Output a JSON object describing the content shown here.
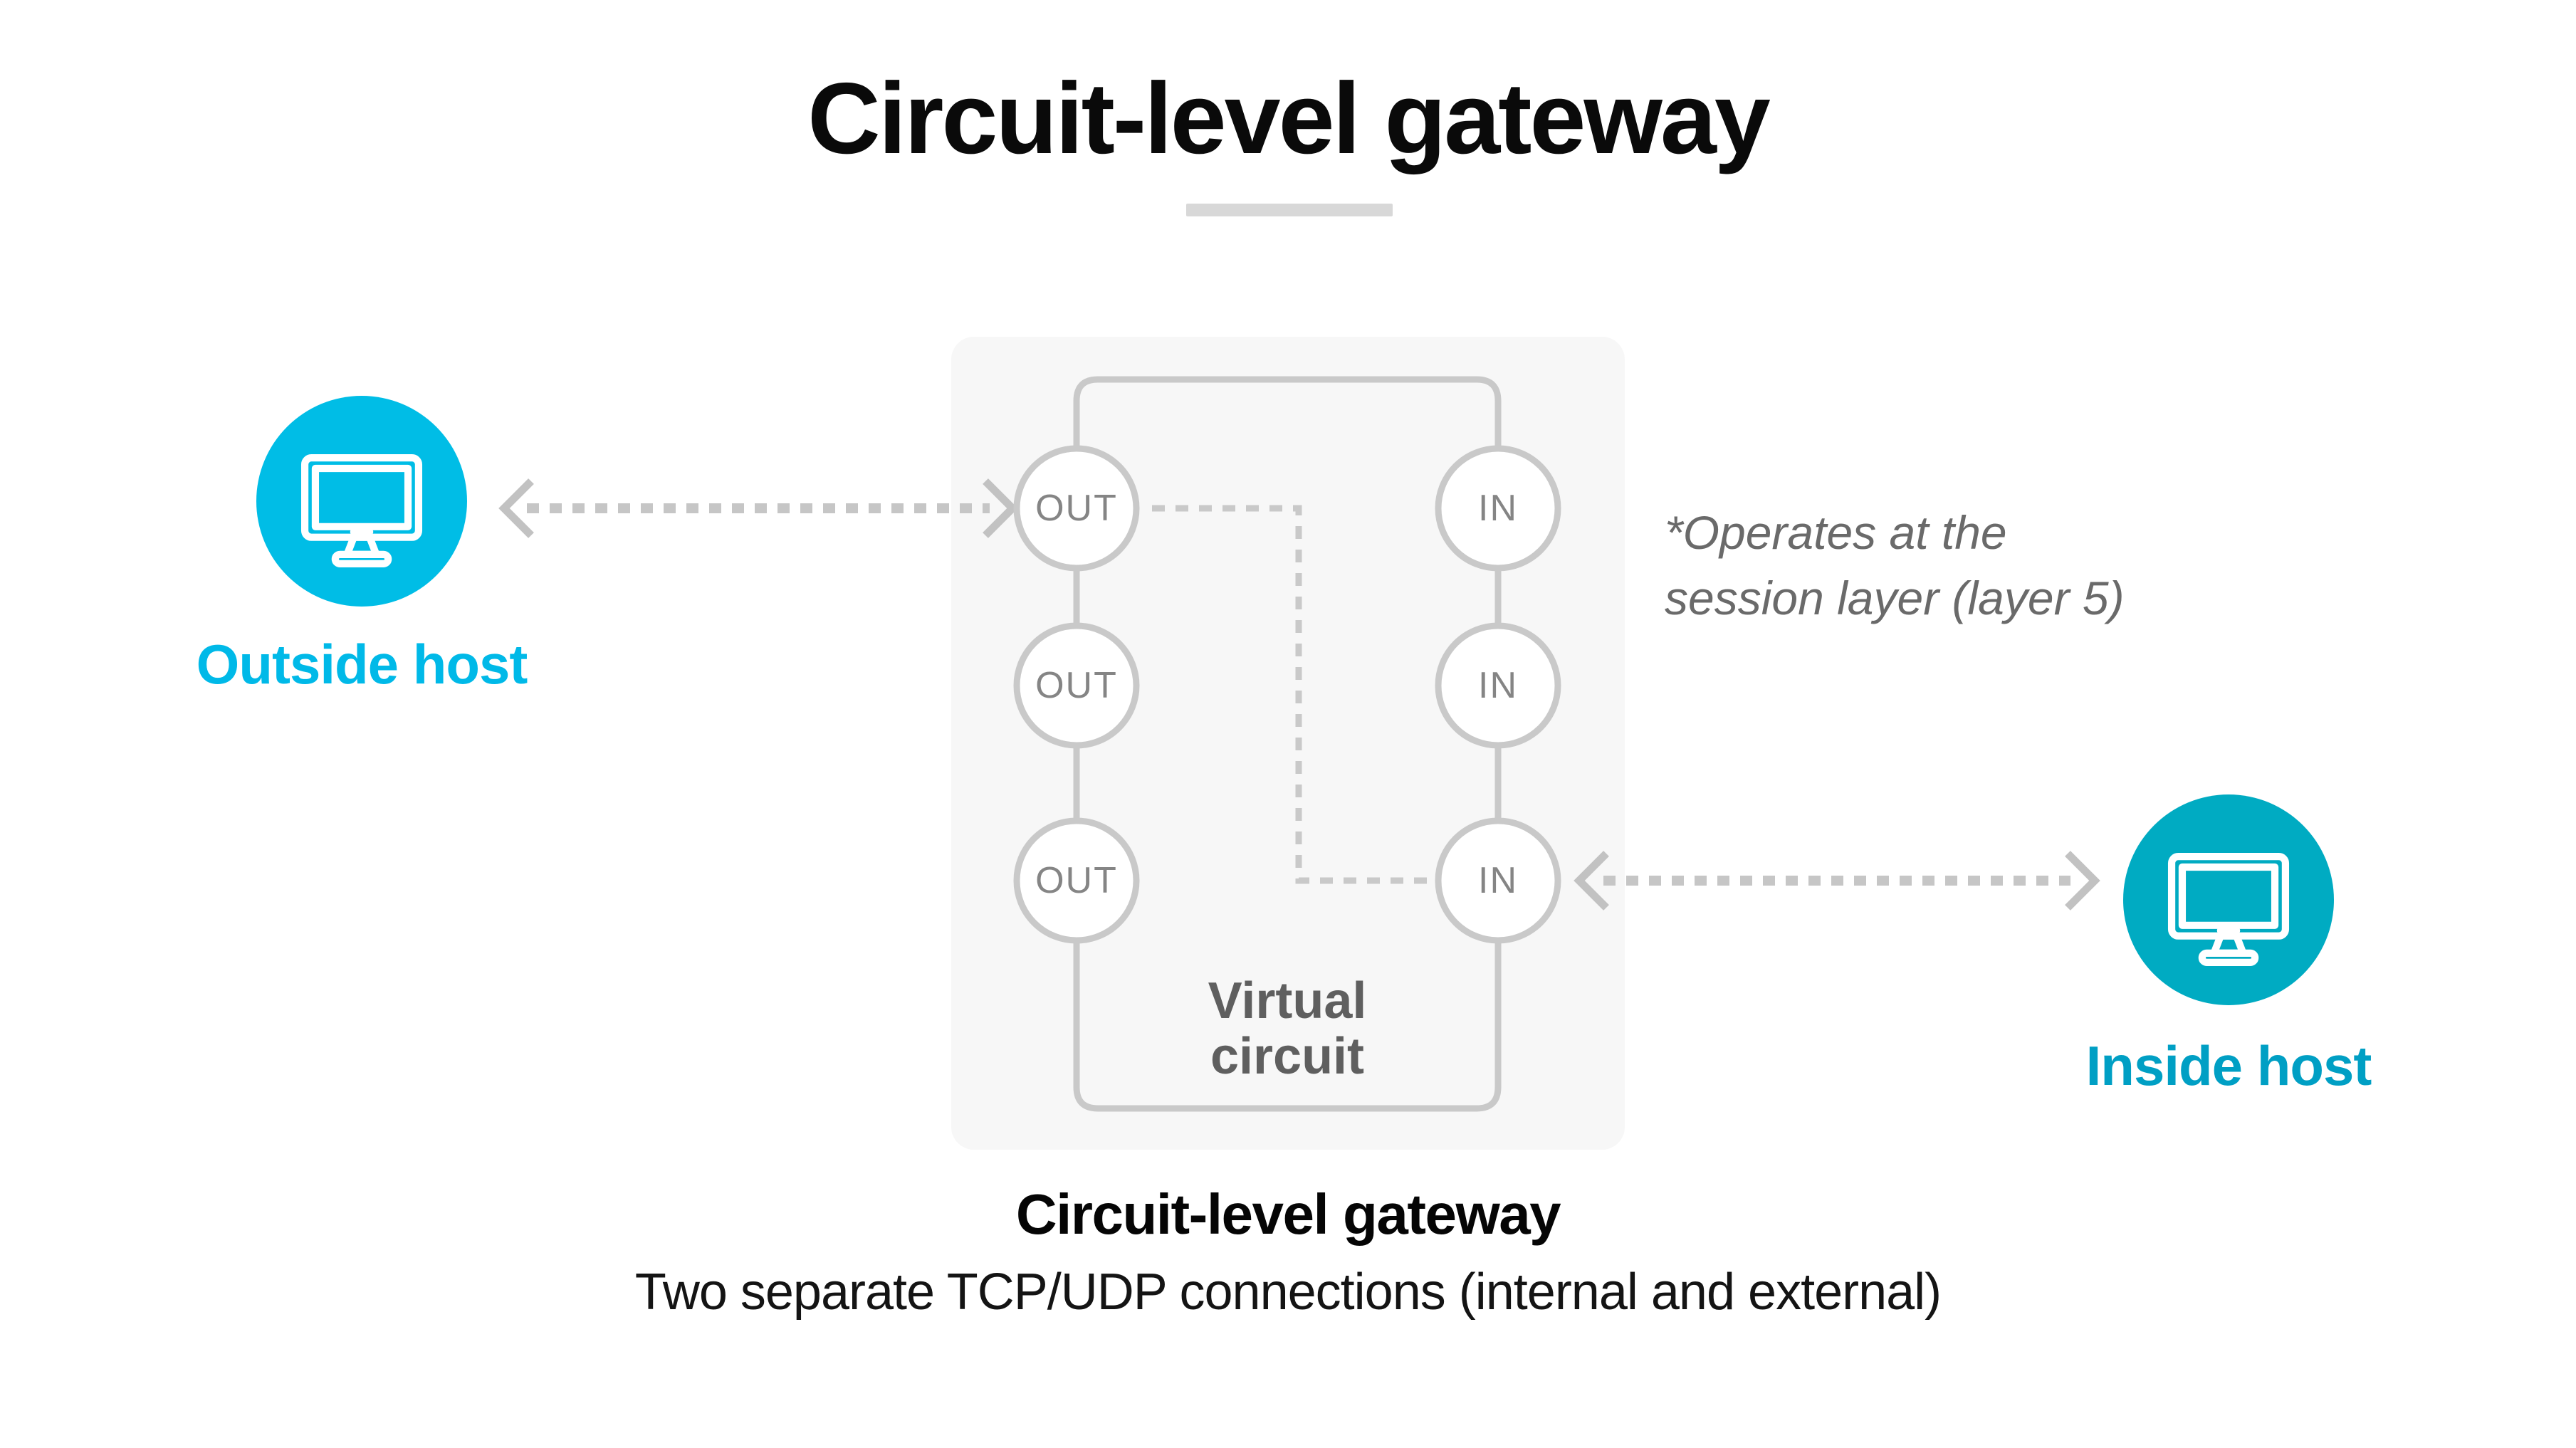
{
  "title": "Circuit-level gateway",
  "annotation": {
    "line1": "*Operates at the",
    "line2": "session layer (layer 5)"
  },
  "hosts": {
    "outside": {
      "label": "Outside host",
      "circle_color": "#00bde6",
      "label_color": "#00b9e8",
      "icon": "monitor-icon"
    },
    "inside": {
      "label": "Inside host",
      "circle_color": "#00abc2",
      "label_color": "#009fc4",
      "icon": "monitor-icon"
    }
  },
  "gateway": {
    "out_ports": [
      "OUT",
      "OUT",
      "OUT"
    ],
    "in_ports": [
      "IN",
      "IN",
      "IN"
    ],
    "virtual_circuit": {
      "line1": "Virtual",
      "line2": "circuit"
    },
    "caption": "Circuit-level gateway",
    "subtitle": "Two separate TCP/UDP connections (internal and external)"
  },
  "colors": {
    "connector": "#c9c9c9",
    "arrow_dash": "#c6c6c6",
    "arrow_head": "#c2c2c2",
    "port_circle_stroke": "#c9c9c9",
    "port_text": "#858585",
    "virtual_circuit_text": "#5f5f5f",
    "annotation_text": "#6a6a6a",
    "box_background": "#f7f7f7",
    "divider": "#d8d8d8",
    "title_text": "#0a0a0a"
  }
}
